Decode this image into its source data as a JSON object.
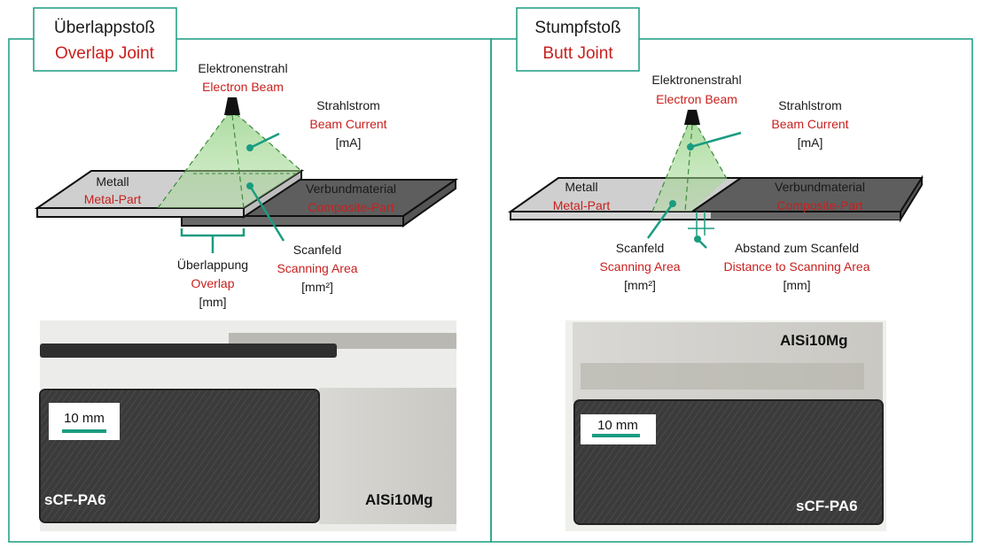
{
  "colors": {
    "accent": "#1a9c80",
    "english": "#c8201e",
    "german": "#1a1a1a",
    "beam": "#8fcf7f"
  },
  "left": {
    "title_de": "Überlappstoß",
    "title_en": "Overlap Joint",
    "beam_de": "Elektronenstrahl",
    "beam_en": "Electron Beam",
    "current_de": "Strahlstrom",
    "current_en": "Beam Current",
    "current_unit": "[mA]",
    "metal_de": "Metall",
    "metal_en": "Metal-Part",
    "composite_de": "Verbundmaterial",
    "composite_en": "Composite-Part",
    "scan_de": "Scanfeld",
    "scan_en": "Scanning Area",
    "scan_unit": "[mm²]",
    "overlap_de": "Überlappung",
    "overlap_en": "Overlap",
    "overlap_unit": "[mm]",
    "photo": {
      "scale": "10 mm",
      "composite_label": "sCF-PA6",
      "metal_label": "AlSi10Mg"
    }
  },
  "right": {
    "title_de": "Stumpfstoß",
    "title_en": "Butt Joint",
    "beam_de": "Elektronenstrahl",
    "beam_en": "Electron Beam",
    "current_de": "Strahlstrom",
    "current_en": "Beam Current",
    "current_unit": "[mA]",
    "metal_de": "Metall",
    "metal_en": "Metal-Part",
    "composite_de": "Verbundmaterial",
    "composite_en": "Composite-Part",
    "scan_de": "Scanfeld",
    "scan_en": "Scanning Area",
    "scan_unit": "[mm²]",
    "dist_de": "Abstand zum Scanfeld",
    "dist_en": "Distance to Scanning Area",
    "dist_unit": "[mm]",
    "photo": {
      "scale": "10 mm",
      "composite_label": "sCF-PA6",
      "metal_label": "AlSi10Mg"
    }
  }
}
